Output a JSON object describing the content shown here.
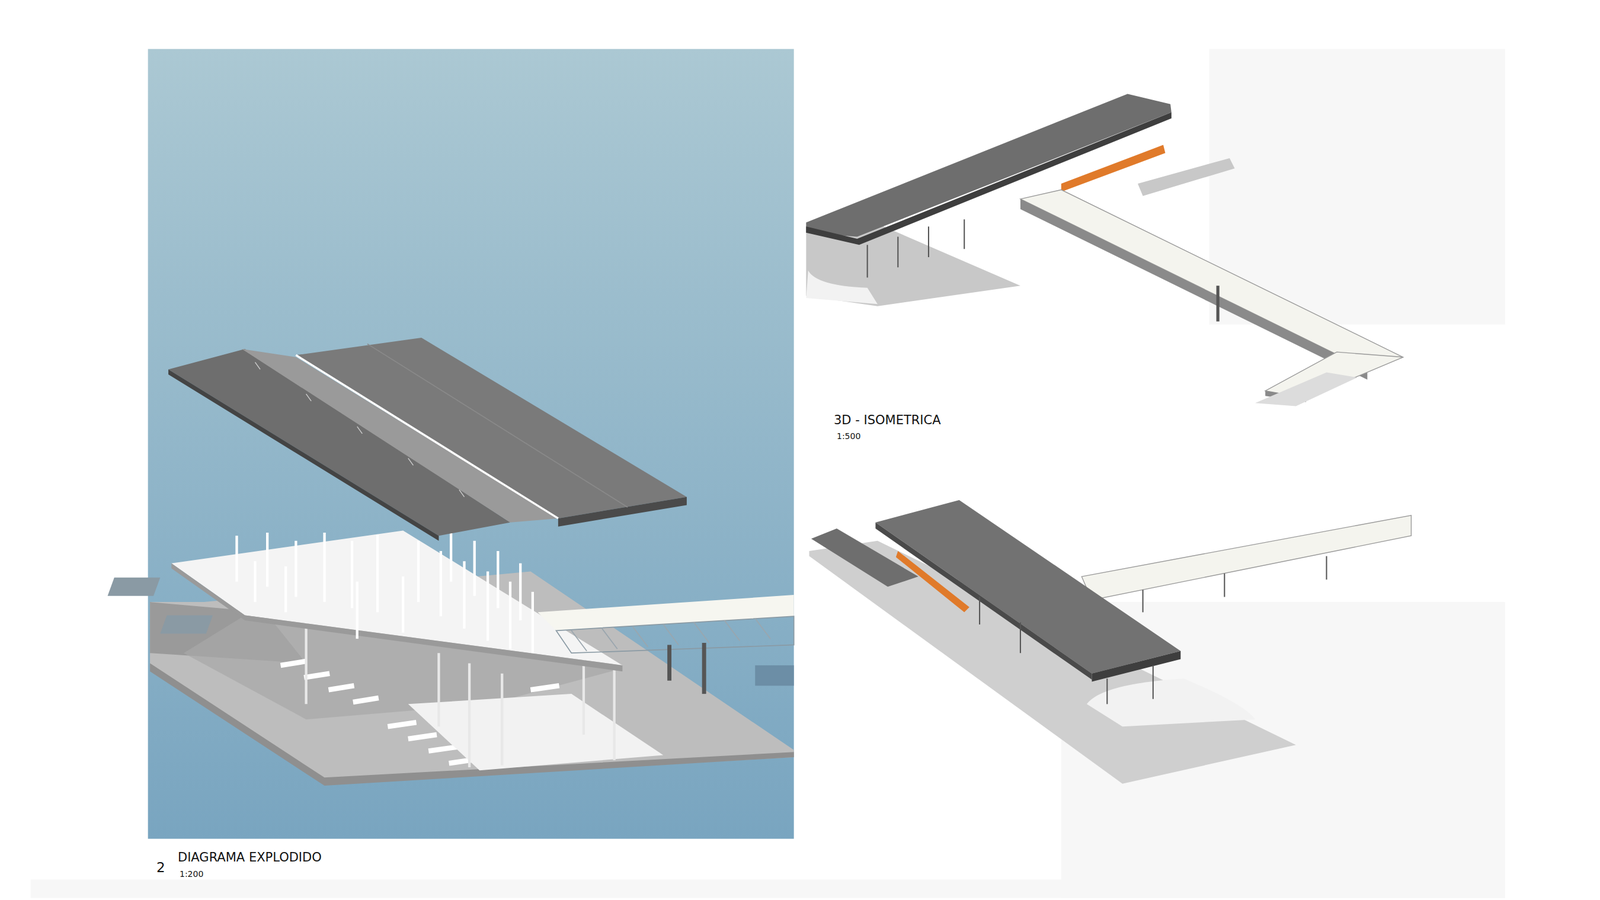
{
  "diagram": {
    "labels": [
      "2",
      "DIAGRAMA EXPLODIDO",
      "1:200",
      "3D - ISOMETRICA",
      "1:500"
    ]
  }
}
